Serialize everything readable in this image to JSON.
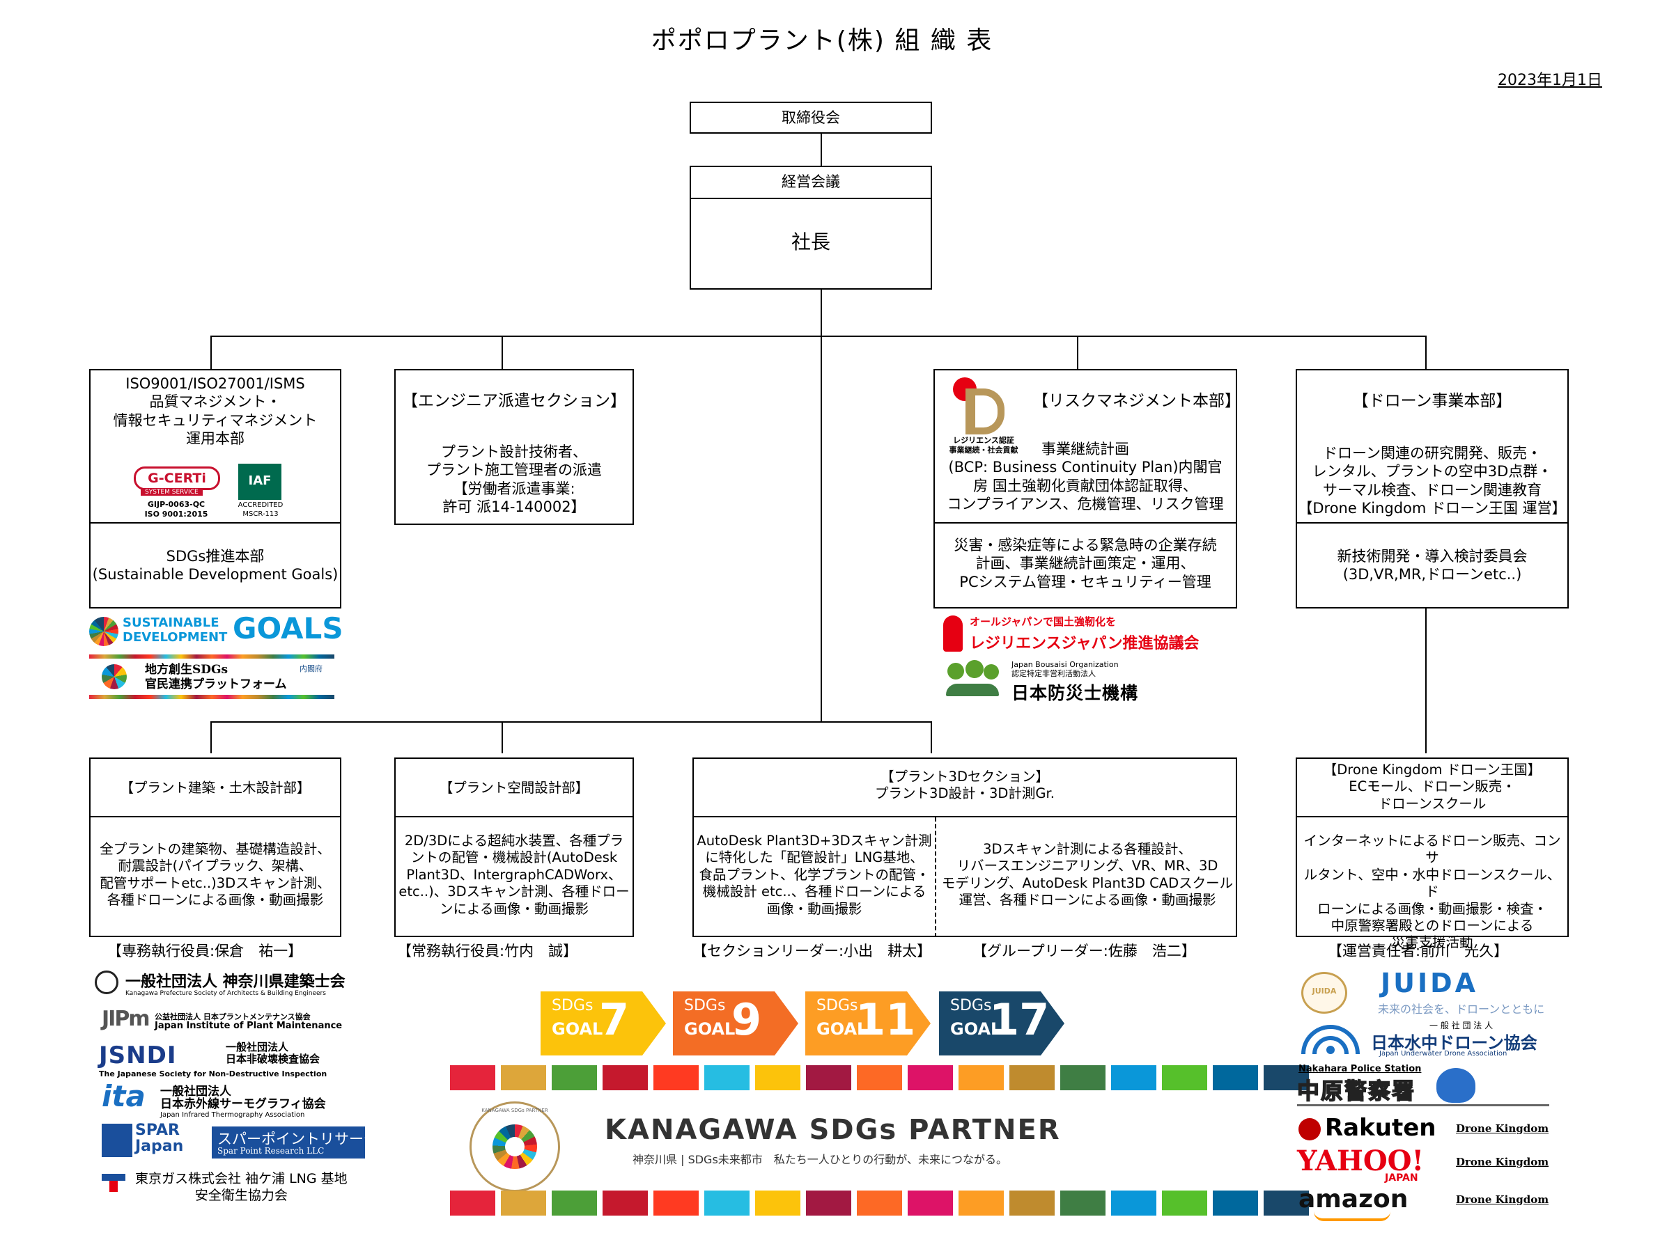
{
  "header": {
    "title": "ポポロプラント(株) 組 織 表",
    "date": "2023年1月1日"
  },
  "top": {
    "board": "取締役会",
    "council": "経営会議",
    "president": "社長"
  },
  "depts": {
    "iso": {
      "title": "ISO9001/ISO27001/ISMS\n品質マネジメント・\n情報セキュリティマネジメント\n運用本部",
      "gcert_name": "G-CERTi",
      "gcert_sub": "SYSTEM SERVICE",
      "gcert_code": "GIJP-0063-QC\nISO 9001:2015",
      "iaf_name": "IAF",
      "iaf_code": "ACCREDITED\nMSCR-113",
      "sdgs_box": "SDGs推進本部\n(Sustainable Development Goals)"
    },
    "engineer": {
      "title": "【エンジニア派遣セクション】",
      "body": "プラント設計技術者、\nプラント施工管理者の派遣\n【労働者派遣事業:\n許可 派14-140002】"
    },
    "risk": {
      "title": "【リスクマネジメント本部】",
      "body": "事業継続計画\n(BCP: Business Continuity Plan)内閣官\n房 国土強靭化貢献団体認証取得、\nコンプライアンス、危機管理、リスク管理",
      "sub": "災害・感染症等による緊急時の企業存続\n計画、事業継続計画策定・運用、\nPCシステム管理・セキュリティー管理",
      "resilience_logo": "レジリエンス認証\n事業継続・社会貢献"
    },
    "drone": {
      "title": "【ドローン事業本部】",
      "body": "ドローン関連の研究開発、販売・\nレンタル、プラントの空中3D点群・\nサーマル検査、ドローン関連教育\n【Drone Kingdom ドローン王国 運営】",
      "sub": "新技術開発・導入検討委員会\n(3D,VR,MR,ドローンetc..)"
    }
  },
  "sections": {
    "civil": {
      "title": "【プラント建築・土木設計部】",
      "body": "全プラントの建築物、基礎構造設計、\n耐震設計(パイプラック、架構、\n配管サポートetc..)3Dスキャン計測、\n各種ドローンによる画像・動画撮影",
      "leader": "【専務執行役員:保倉　祐一】"
    },
    "space": {
      "title": "【プラント空間設計部】",
      "body": "2D/3Dによる超純水装置、各種プラ\nントの配管・機械設計(AutoDesk\nPlant3D、IntergraphCADWorx、\netc..)、3Dスキャン計測、各種ドロー\nンによる画像・動画撮影",
      "leader": "【常務執行役員:竹内　誠】"
    },
    "plant3d": {
      "title": "【プラント3Dセクション】\nプラント3D設計・3D計測Gr.",
      "left": "AutoDesk Plant3D+3Dスキャン計測\nに特化した「配管設計」LNG基地、\n食品プラント、化学プラントの配管・\n機械設計 etc..、各種ドローンによる\n画像・動画撮影",
      "right": "3Dスキャン計測による各種設計、\nリバースエンジニアリング、VR、MR、3D\nモデリング、AutoDesk Plant3D CADスクール\n運営、各種ドローンによる画像・動画撮影",
      "leader_left": "【セクションリーダー:小出　耕太】",
      "leader_right": "【グループリーダー:佐藤　浩二】"
    },
    "kingdom": {
      "title": "【Drone Kingdom ドローン王国】\nECモール、ドローン販売・\nドローンスクール",
      "body": "インターネットによるドローン販売、コンサ\nルタント、空中・水中ドローンスクール、ド\nローンによる画像・動画撮影・検査・\n中原警察署殿とのドローンによる\n災害支援活動",
      "leader": "【運営責任者:前川　光久】"
    }
  },
  "logos": {
    "sdgs_main1": "SUSTAINABLE\nDEVELOPMENT",
    "sdgs_main2": "GOALS",
    "sdgs_local": "地方創生SDGs\n官民連携プラットフォーム",
    "sdgs_cabinet": "内閣府",
    "resilience_assoc_top": "オールジャパンで国土強靭化を",
    "resilience_assoc": "レジリエンスジャパン推進協議会",
    "bousai_sub": "Japan Bousaisi Organization\n認定特定非営利活動法人",
    "bousai": "日本防災士機構",
    "kanagawa_arch": "一般社団法人 神奈川県建築士会",
    "kanagawa_arch_en": "Kanagawa Prefecture Society of Architects & Building Engineers",
    "jipm_mark": "JIPm",
    "jipm": "公益社団法人 日本プラントメンテナンス協会",
    "jipm_en": "Japan Institute of Plant Maintenance",
    "jsndi_mark": "JSNDI",
    "jsndi": "一般社団法人\n日本非破壊検査協会",
    "jsndi_en": "The Japanese Society for Non-Destructive Inspection",
    "ita_mark": "ita",
    "ita": "一般社団法人\n日本赤外線サーモグラフィ協会",
    "ita_en": "Japan Infrared Thermography Association",
    "spar_mark": "SPAR\nJapan",
    "spar": "スパーポイントリサーチ",
    "spar_en": "Spar Point Research LLC",
    "tokyogas": "東京ガス株式会社 袖ケ浦 LNG 基地\n安全衛生協力会",
    "juida": "JUIDA",
    "juida_sub": "未来の社会を、ドローンとともに",
    "underwater_top": "一 般 社 団 法 人",
    "underwater": "日本水中ドローン協会",
    "underwater_en": "Japan Underwater Drone Association",
    "police_en": "Nakahara Police Station",
    "police": "中原警察署",
    "rakuten": "Rakuten",
    "yahoo": "YAHOO!",
    "yahoo_sub": "JAPAN",
    "amazon": "amazon",
    "dk": "Drone Kingdom",
    "kanagawa_partner": "KANAGAWA SDGs PARTNER",
    "kanagawa_sub": "神奈川県 | SDGs未来都市　私たち一人ひとりの行動が、未来につながる。",
    "kanagawa_seal": "KANAGAWA SDGs PARTNER",
    "sdgs_label": "SDGs",
    "goal_label": "GOAL"
  },
  "goals": [
    {
      "num": "7",
      "color": "#fcc30b"
    },
    {
      "num": "9",
      "color": "#f36d25"
    },
    {
      "num": "11",
      "color": "#fd9d24"
    },
    {
      "num": "17",
      "color": "#19486a"
    }
  ],
  "strip_colors": [
    "#e5243b",
    "#dda63a",
    "#4c9f38",
    "#c5192d",
    "#ff3a21",
    "#26bde2",
    "#fcc30b",
    "#a21942",
    "#fd6925",
    "#dd1367",
    "#fd9d24",
    "#bf8b2e",
    "#3f7e44",
    "#0a97d9",
    "#56c02b",
    "#00689d",
    "#19486a"
  ]
}
